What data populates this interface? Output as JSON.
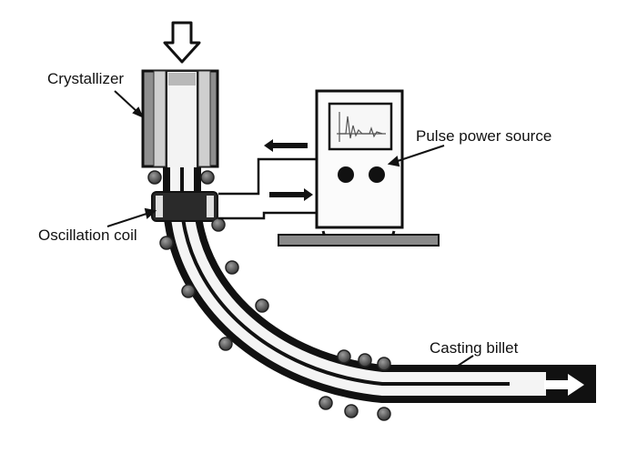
{
  "labels": {
    "crystallizer": "Crystallizer",
    "oscillation_coil": "Oscillation coil",
    "pulse_power_source": "Pulse power source",
    "casting_billet": "Casting billet"
  },
  "colors": {
    "ink": "#111111",
    "device_gray": "#9a9a9a",
    "light_gray": "#d4d4d4",
    "roller_gray": "#6e6e6e"
  }
}
